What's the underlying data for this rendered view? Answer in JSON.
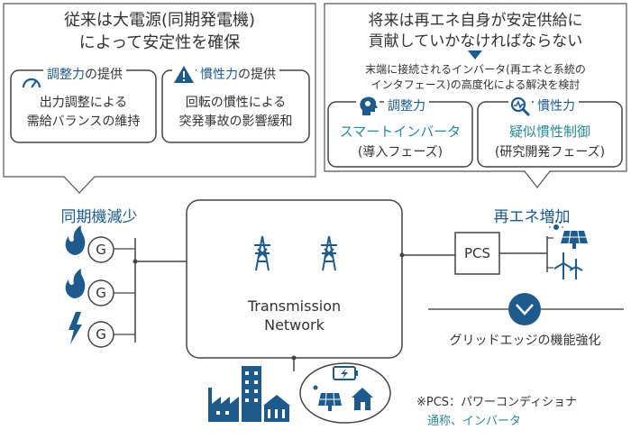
{
  "left_panel": {
    "title_line1": "従来は大電源(同期発電機)",
    "title_line2": "によって安定性を確保",
    "card1": {
      "head_accent": "調整力",
      "head_rest": "の提供",
      "line1": "出力調整による",
      "line2": "需給バランスの維持",
      "icon": "gauge-icon"
    },
    "card2": {
      "head_accent": "慣性力",
      "head_rest": "の提供",
      "line1": "回転の慣性による",
      "line2": "突発事故の影響緩和",
      "icon": "warning-icon"
    }
  },
  "right_panel": {
    "title_line1": "将来は再エネ自身が安定供給に",
    "title_line2": "貢献していかなければならない",
    "sub_line1": "末端に接続されるインバータ(再エネと系統の",
    "sub_line2": "インタフェース)の高度化による解決を検討",
    "card1": {
      "head": "調整力",
      "main": "スマートインバータ",
      "sub": "(導入フェーズ)",
      "icon": "head-gear-icon"
    },
    "card2": {
      "head": "慣性力",
      "main": "疑似慣性制御",
      "sub": "(研究開発フェーズ)",
      "icon": "magnifier-icon"
    }
  },
  "left_label": "同期機減少",
  "right_label": "再エネ増加",
  "generator_letter": "G",
  "network_line1": "Transmission",
  "network_line2": "Network",
  "pcs_label": "PCS",
  "grid_edge_label": "グリッドエッジの機能強化",
  "footnote_line1": "※PCS：パワーコンディショナ",
  "footnote_line2": "通称、インバータ",
  "colors": {
    "navy": "#1e5a8c",
    "teal": "#2a8a97",
    "line": "#444444",
    "text": "#333333"
  }
}
